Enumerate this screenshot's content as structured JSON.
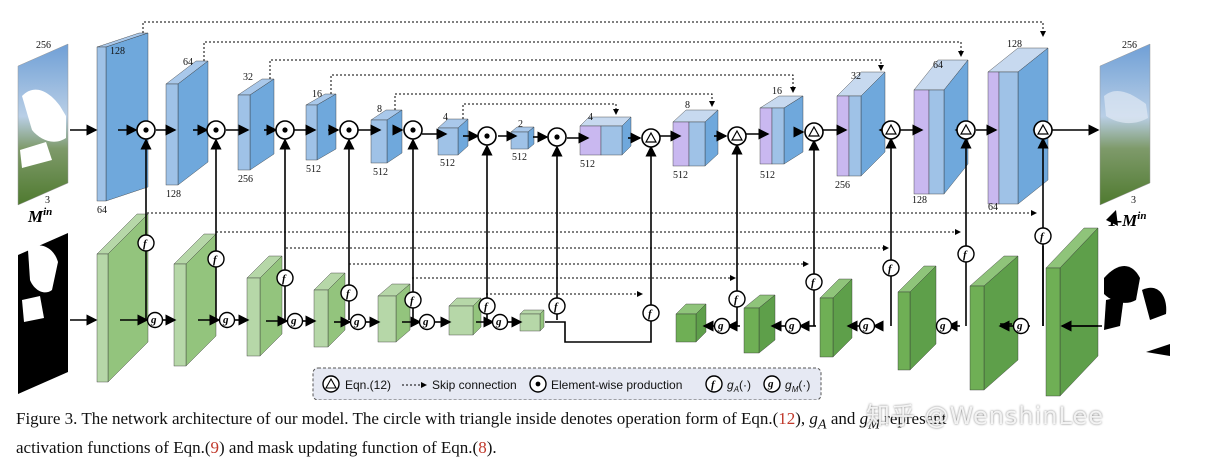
{
  "figure": {
    "input_label": "M",
    "input_label_sup": "in",
    "output_label": "1-M",
    "output_label_sup": "in",
    "encoder_channels": [
      "64",
      "128",
      "256",
      "512",
      "512",
      "512",
      "512"
    ],
    "encoder_sizes": [
      "128",
      "64",
      "32",
      "16",
      "8",
      "4",
      "2"
    ],
    "decoder_sizes": [
      "4",
      "8",
      "16",
      "32",
      "64",
      "128"
    ],
    "decoder_channels": [
      "512",
      "512",
      "512",
      "256",
      "128",
      "64"
    ],
    "input_image_size": "256",
    "input_image_channels": "3",
    "output_image_size": "256",
    "output_image_channels": "3",
    "legend": {
      "triangle_label": "Eqn.(12)",
      "skip_label": "Skip connection",
      "dot_label": "Element-wise production",
      "f_label": "g",
      "f_label_sub": "A",
      "f_label_tail": "(·)",
      "g_label": "g",
      "g_label_sub": "M",
      "g_label_tail": "(·)",
      "f_symbol": "f",
      "g_symbol": "g"
    },
    "colors": {
      "encoder_blue": "#6fa8dc",
      "mask_green": "#93c47d",
      "decoder_purple": "#c9b8f0",
      "legend_bg": "#e6e9f3"
    }
  },
  "caption": {
    "line1_start": "Figure 3. The network architecture of our model. The circle with triangle inside denotes operation form of Eqn.(",
    "ref12": "12",
    "line1_mid": "), ",
    "gA": "g",
    "gA_sub": "A",
    "line1_and": " and ",
    "gM": "g",
    "gM_sub": "M",
    "line1_end": " represent",
    "line2_start": "activation functions of Eqn.(",
    "ref9": "9",
    "line2_mid": ") and mask updating function of Eqn.(",
    "ref8": "8",
    "line2_end": ")."
  },
  "watermark": "知乎 @WenshinLee"
}
